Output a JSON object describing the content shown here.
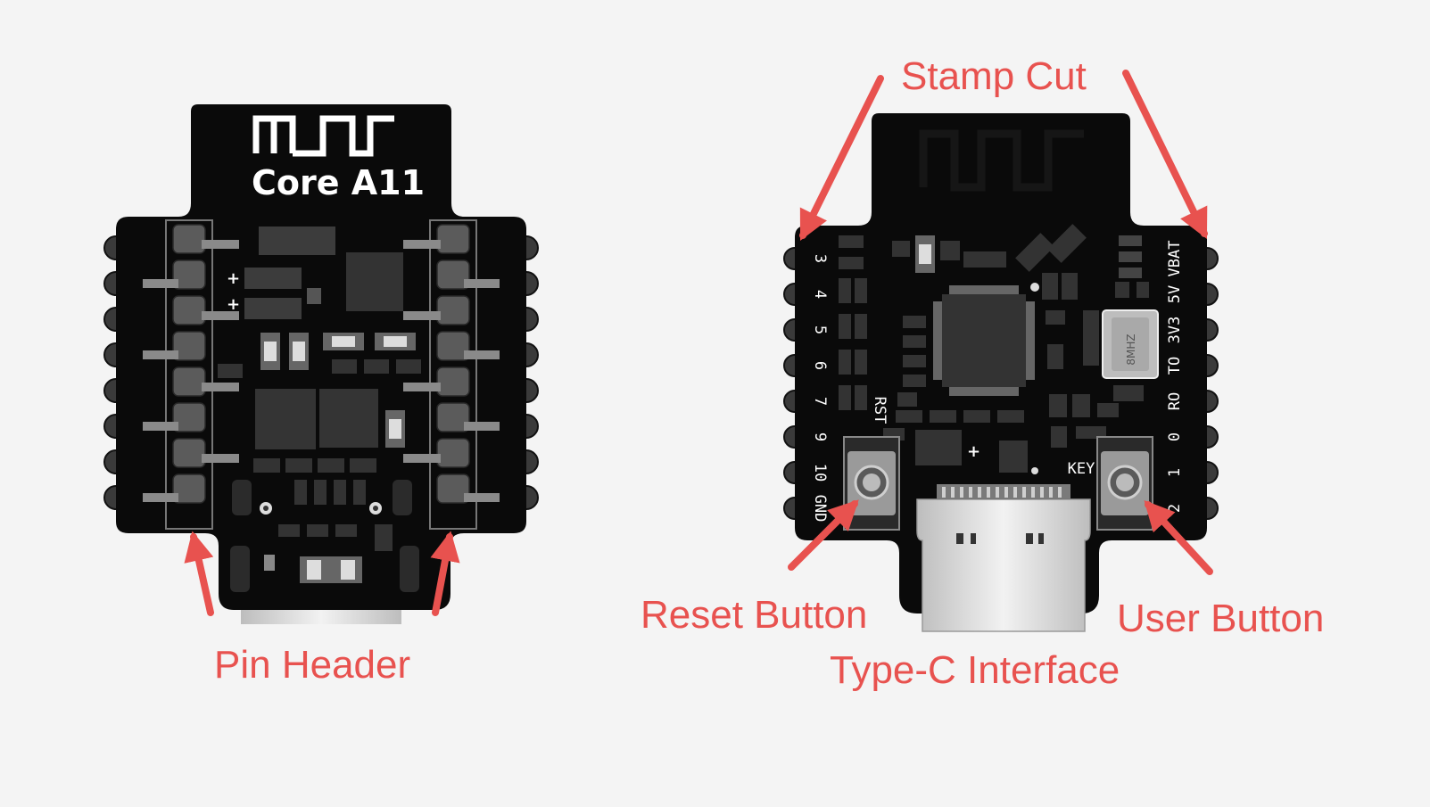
{
  "colors": {
    "background": "#f4f4f4",
    "board": "#0a0a0a",
    "callout": "#e8524f",
    "pad": "#3a3a3a",
    "usb_metal": "#d8d8d8"
  },
  "front_board": {
    "logo_text": "Core A11",
    "polarity_marks": [
      "+",
      "+"
    ]
  },
  "back_board": {
    "left_pin_labels": [
      "3",
      "4",
      "5",
      "6",
      "7",
      "9",
      "10",
      "GND"
    ],
    "right_pin_labels": [
      "VBAT",
      "5V",
      "3V3",
      "TO",
      "RO",
      "0",
      "1",
      "2"
    ],
    "rst_label": "RST",
    "key_label": "KEY",
    "crystal_label": "8MHZ",
    "plus_mark": "+"
  },
  "callouts": {
    "stamp_cut": "Stamp Cut",
    "pin_header": "Pin Header",
    "reset_button": "Reset Button",
    "user_button": "User Button",
    "type_c": "Type-C Interface"
  },
  "icons": {
    "logo": "wave-logo-icon",
    "arrow": "red-arrow-icon"
  }
}
